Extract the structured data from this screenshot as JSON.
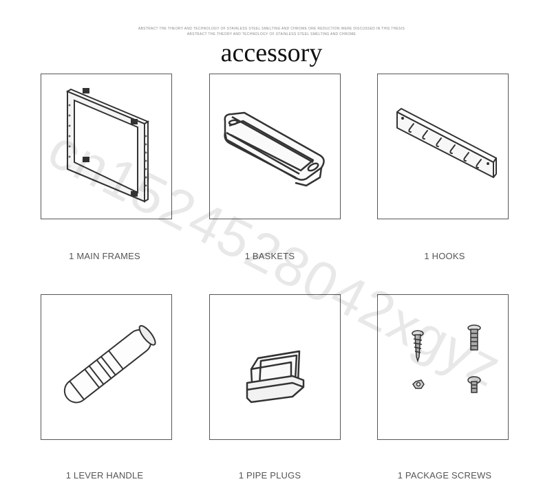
{
  "header": {
    "subtitle_line1": "ABSTRACT THE THEORY AND TECHNOLOGY OF STAINLESS STEEL SMELTING AND CHROME ORE REDUCTION WERE DISCUSSED IN THIS THESIS",
    "subtitle_line2": "ABSTRACT THE THEORY AND TECHNOLOGY OF STAINLESS STEEL SMELTING AND CHROME",
    "title": "accessory"
  },
  "items": [
    {
      "caption": "1 MAIN FRAMES",
      "icon": "main-frame-icon"
    },
    {
      "caption": "1 BASKETS",
      "icon": "basket-icon"
    },
    {
      "caption": "1 HOOKS",
      "icon": "hooks-icon"
    },
    {
      "caption": "1 LEVER HANDLE",
      "icon": "lever-handle-icon"
    },
    {
      "caption": "1 PIPE PLUGS",
      "icon": "pipe-plug-icon"
    },
    {
      "caption": "1 PACKAGE SCREWS",
      "icon": "screws-icon"
    }
  ],
  "watermark": "cn1524528042xgyz",
  "colors": {
    "border": "#555555",
    "text": "#555555",
    "title": "#111111"
  }
}
